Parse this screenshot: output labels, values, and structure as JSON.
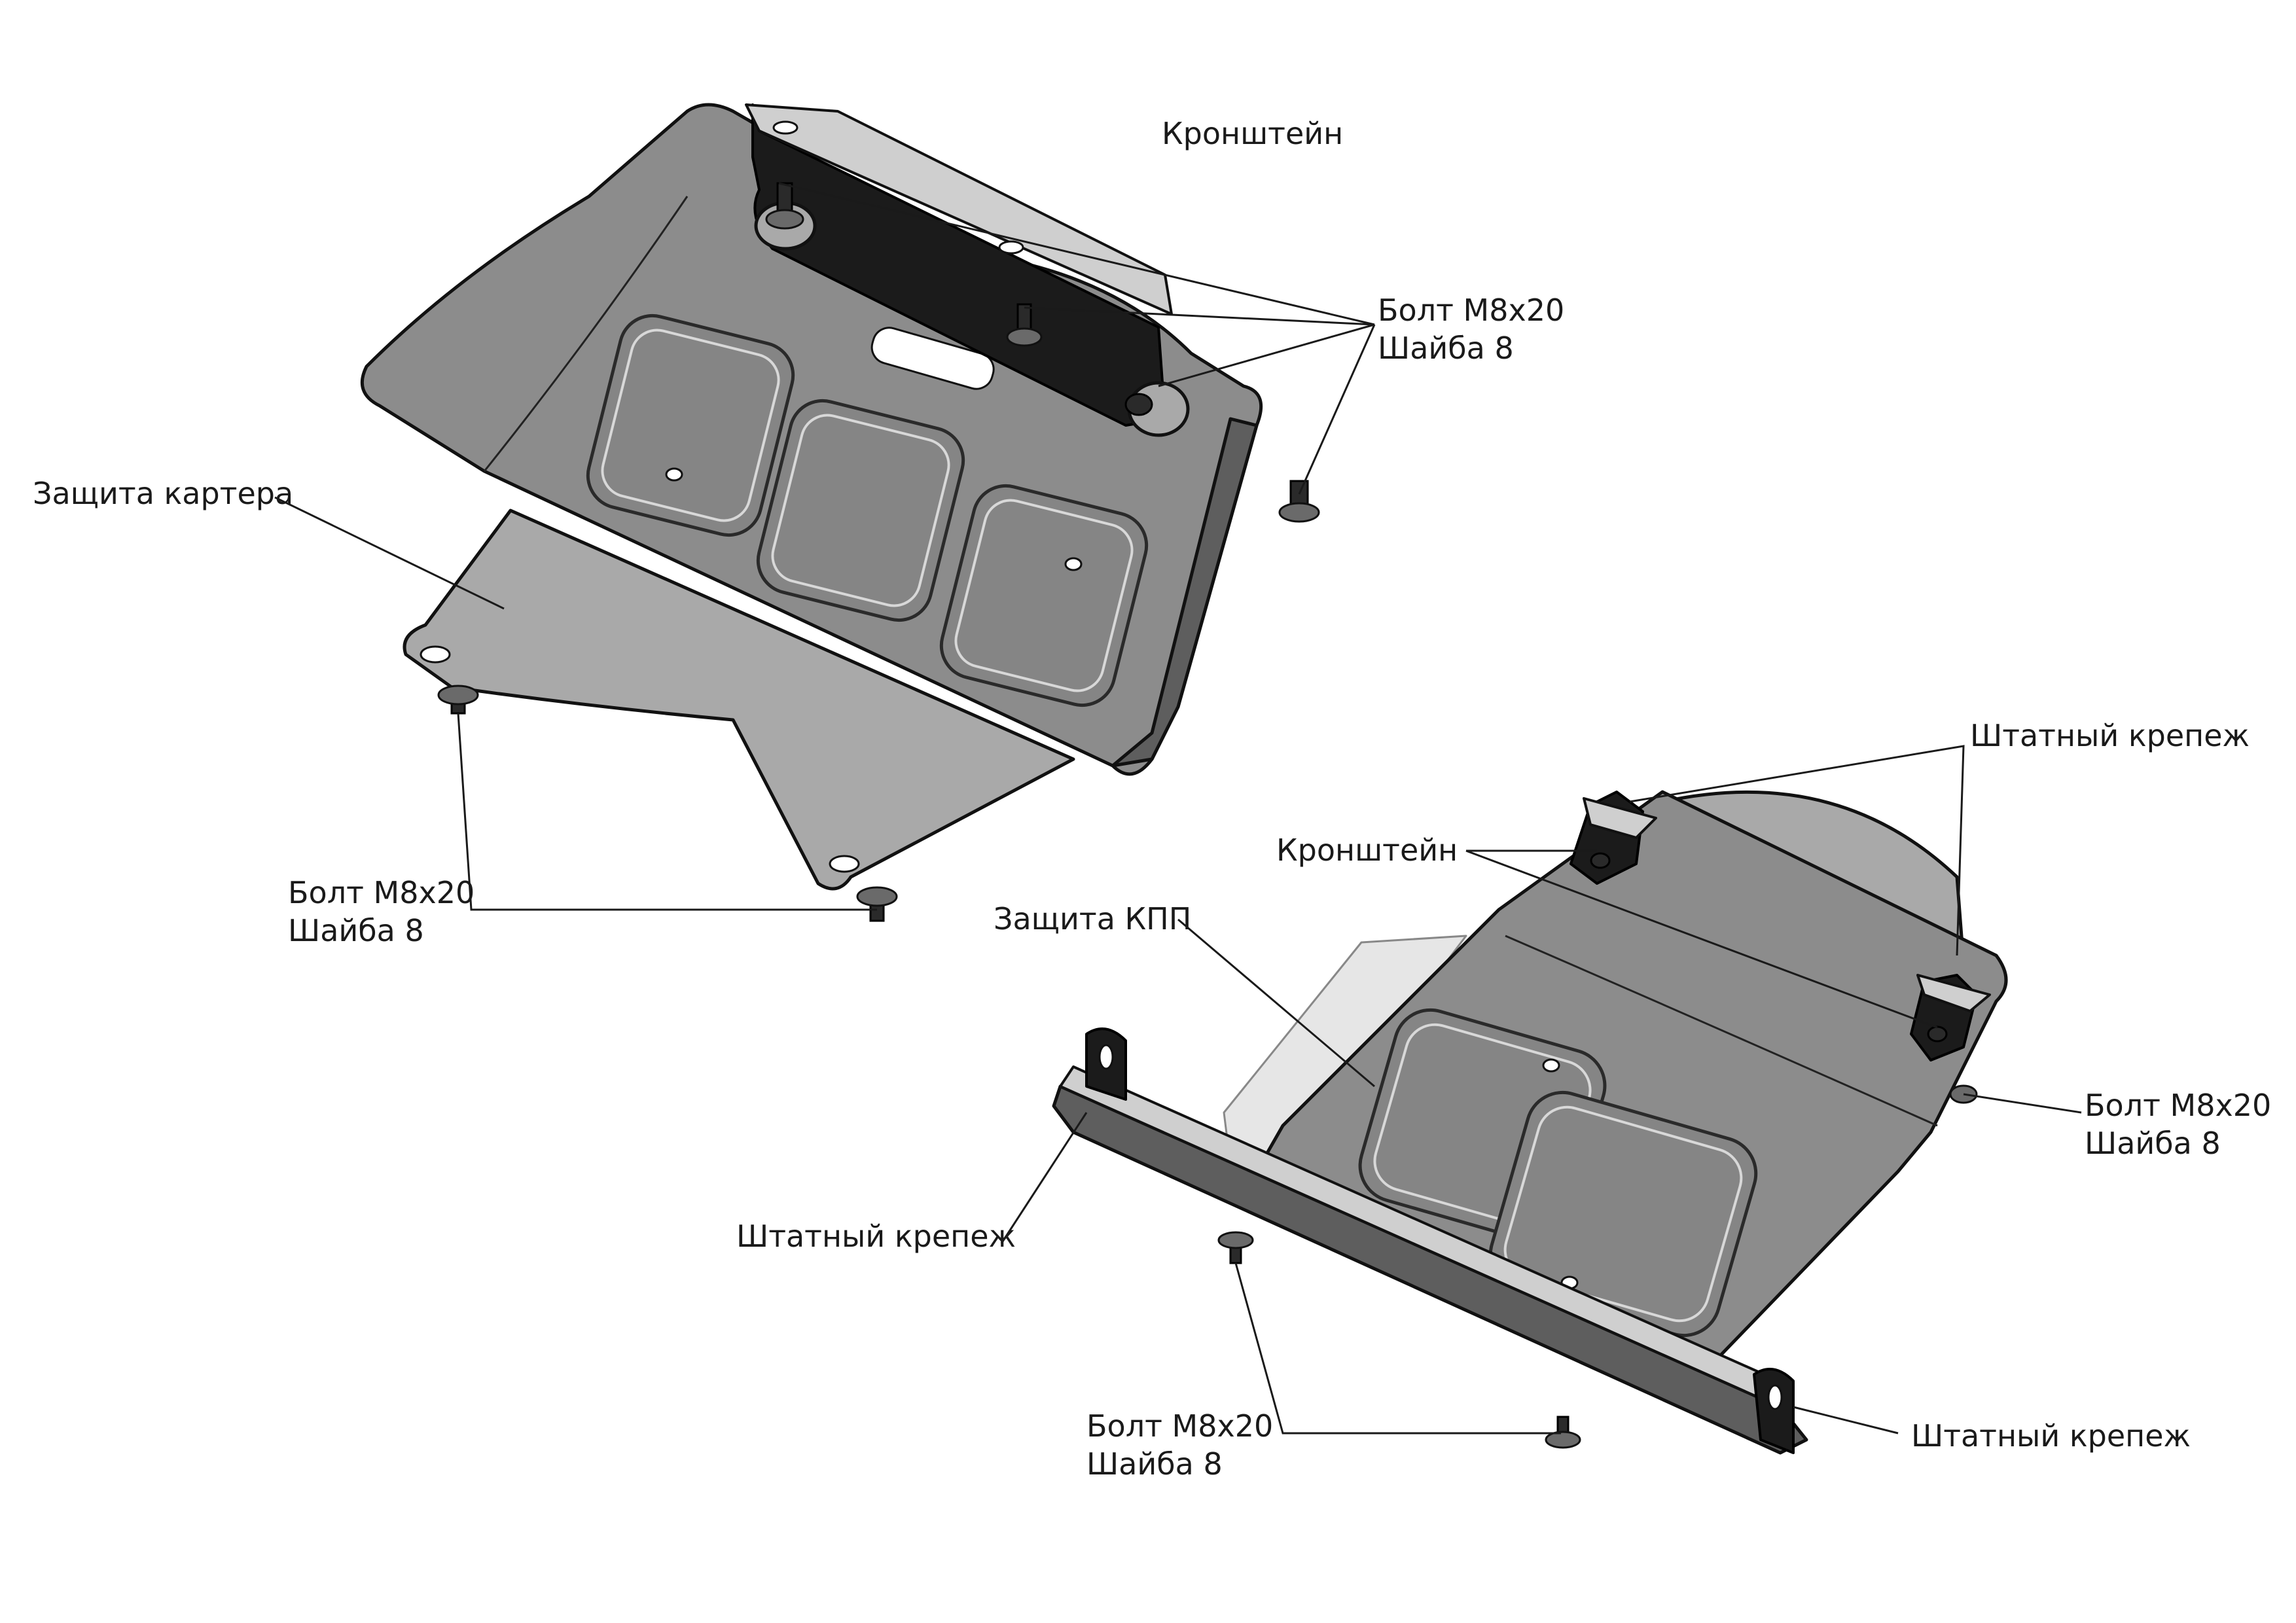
{
  "labels": {
    "bracket_top": "Кронштейн",
    "bolt_top_right_1": "Болт М8х20",
    "bolt_top_right_2": "Шайба 8",
    "crankcase_guard": "Защита картера",
    "bolt_left_1": "Болт М8х20",
    "bolt_left_2": "Шайба 8",
    "standard_fastener_top": "Штатный крепеж",
    "bracket_right": "Кронштейн",
    "gearbox_guard": "Защита КПП",
    "bolt_right_1": "Болт М8х20",
    "bolt_right_2": "Шайба 8",
    "standard_fastener_left": "Штатный крепеж",
    "bolt_bottom_1": "Болт М8х20",
    "bolt_bottom_2": "Шайба 8",
    "standard_fastener_bottom": "Штатный крепеж"
  },
  "icons": [
    "crankcase-guard-plate-icon",
    "gearbox-guard-plate-icon",
    "bracket-icon",
    "bolt-icon"
  ],
  "colors": {
    "plate": "#8c8c8c",
    "plate_light": "#a9a9a9",
    "bracket": "#1b1b1b",
    "text": "#1a1a1a"
  }
}
